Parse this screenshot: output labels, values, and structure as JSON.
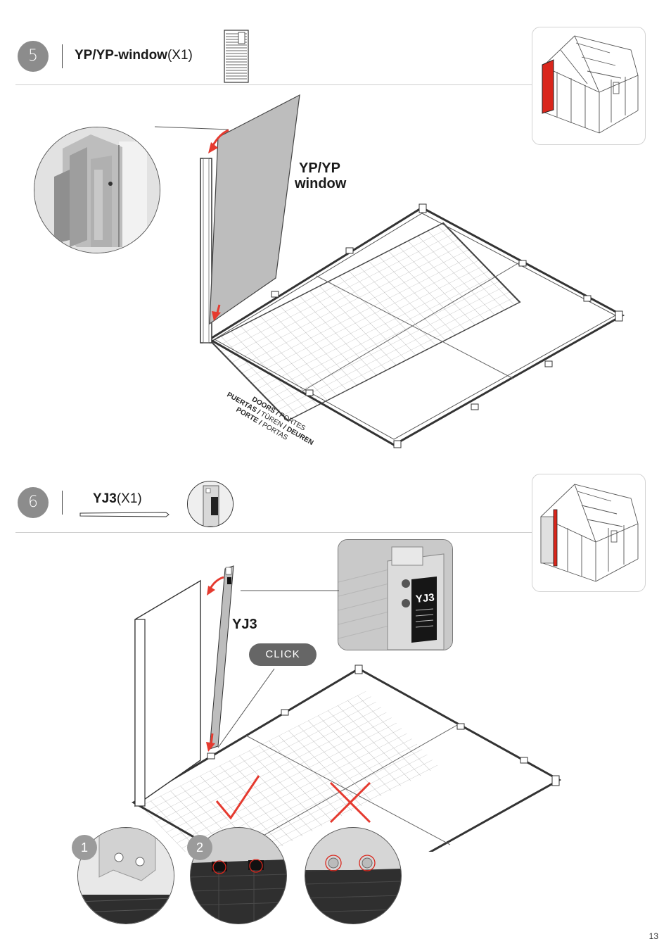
{
  "step5": {
    "number": "5",
    "part_name": "YP/YP-window",
    "part_qty": "(X1)",
    "panel_label_line1": "YP/YP",
    "panel_label_line2": "window",
    "doors_line1_bold": "DOORS /",
    "doors_line1_light": " PORTES",
    "doors_line2_bold": "PUERTAS /",
    "doors_line2_light": " TÜREN ",
    "doors_line2_bold2": "/ DEUREN",
    "doors_line3_bold": "PORTE /",
    "doors_line3_light": " PORTAS"
  },
  "step6": {
    "number": "6",
    "part_name": "YJ3",
    "part_qty": "(X1)",
    "post_label": "YJ3",
    "click_label": "CLICK",
    "tag_text": "YJ3",
    "detail1_number": "1",
    "detail2_number": "2"
  },
  "colors": {
    "accent_red": "#e53a2f",
    "badge_gray": "#8c8c8c",
    "highlight_red": "#d9261c"
  },
  "page_number": "13"
}
